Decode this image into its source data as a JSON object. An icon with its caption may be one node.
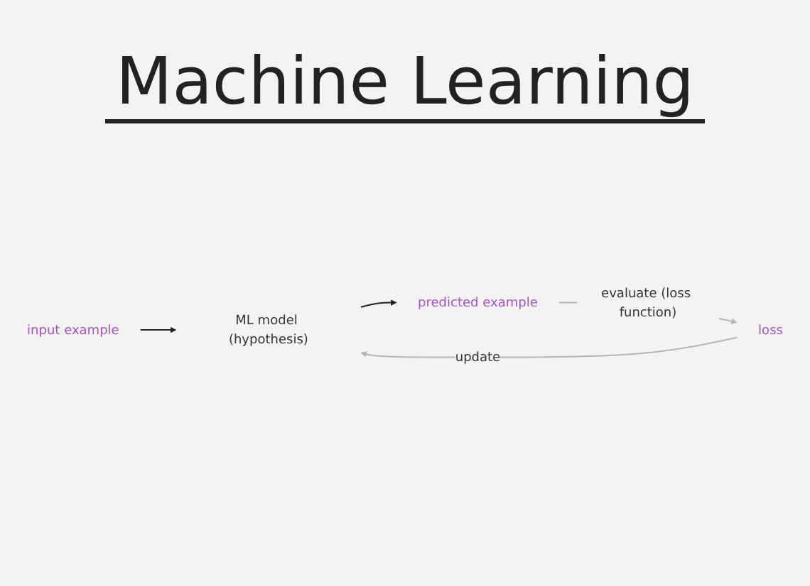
{
  "diagram": {
    "title": "Machine Learning",
    "nodes": [
      {
        "text": [
          "input example"
        ]
      },
      {
        "text": [
          "ML model (hypothesis)"
        ]
      },
      {
        "text": [
          "predicted example"
        ]
      },
      {
        "text": [
          "loss"
        ]
      }
    ],
    "edges": [
      {
        "from": 0,
        "to": 1,
        "arrow": "to"
      },
      {
        "from": 1,
        "to": 2,
        "arrow": "to"
      },
      {
        "from": 2,
        "to": 3,
        "arrow": "to",
        "label": "evaluate (loss function)",
        "color": "#b5b5b5"
      },
      {
        "from": 3,
        "to": 1,
        "arrow": "to",
        "label": "update",
        "color": "#b5b5b5"
      }
    ]
  }
}
